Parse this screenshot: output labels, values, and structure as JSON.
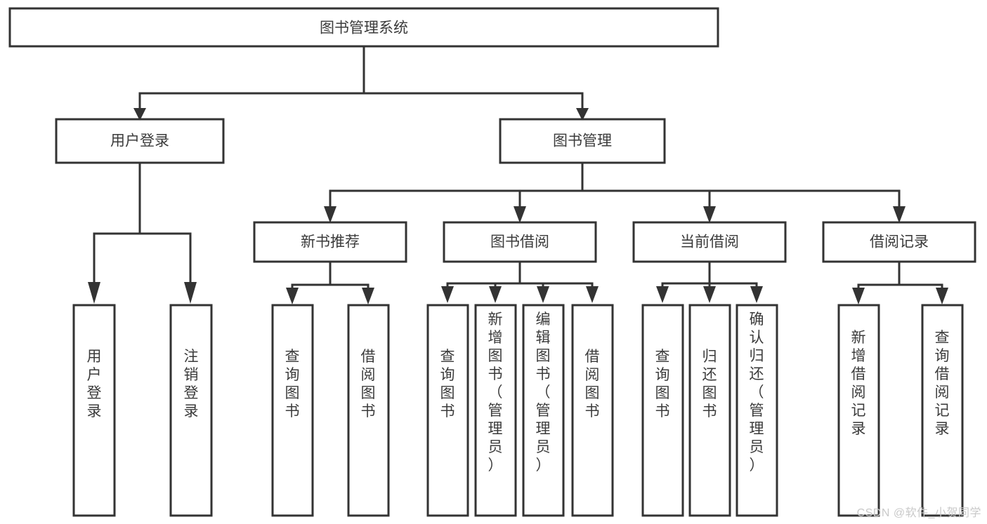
{
  "diagram": {
    "type": "tree",
    "title": "图书管理系统",
    "orientation": "top-down",
    "background_color": "#ffffff",
    "node_fill": "#ffffff",
    "node_stroke": "#333333",
    "text_color": "#3b3b3b",
    "root": {
      "id": "root",
      "label": "图书管理系统",
      "level": 0,
      "text_orientation": "horizontal"
    },
    "level2": [
      {
        "id": "user-login",
        "label": "用户登录",
        "level": 1,
        "text_orientation": "horizontal"
      },
      {
        "id": "book-management",
        "label": "图书管理",
        "level": 1,
        "text_orientation": "horizontal"
      }
    ],
    "level3": [
      {
        "id": "new-book-recommend",
        "label": "新书推荐",
        "level": 2,
        "parent": "book-management",
        "text_orientation": "horizontal"
      },
      {
        "id": "book-borrow",
        "label": "图书借阅",
        "level": 2,
        "parent": "book-management",
        "text_orientation": "horizontal"
      },
      {
        "id": "current-borrow",
        "label": "当前借阅",
        "level": 2,
        "parent": "book-management",
        "text_orientation": "horizontal"
      },
      {
        "id": "borrow-record",
        "label": "借阅记录",
        "level": 2,
        "parent": "book-management",
        "text_orientation": "horizontal"
      }
    ],
    "leaves": [
      {
        "id": "leaf-user-login",
        "label": "用户登录",
        "parent": "user-login",
        "text_orientation": "vertical"
      },
      {
        "id": "leaf-user-logout",
        "label": "注销登录",
        "parent": "user-login",
        "text_orientation": "vertical"
      },
      {
        "id": "leaf-recommend-query-book",
        "label": "查询图书",
        "parent": "new-book-recommend",
        "text_orientation": "vertical"
      },
      {
        "id": "leaf-recommend-borrow-book",
        "label": "借阅图书",
        "parent": "new-book-recommend",
        "text_orientation": "vertical"
      },
      {
        "id": "leaf-borrow-query-book",
        "label": "查询图书",
        "parent": "book-borrow",
        "text_orientation": "vertical"
      },
      {
        "id": "leaf-borrow-add-book",
        "label": "新增图书（管理员）",
        "parent": "book-borrow",
        "text_orientation": "vertical"
      },
      {
        "id": "leaf-borrow-edit-book",
        "label": "编辑图书（管理员）",
        "parent": "book-borrow",
        "text_orientation": "vertical"
      },
      {
        "id": "leaf-borrow-borrow-book",
        "label": "借阅图书",
        "parent": "book-borrow",
        "text_orientation": "vertical"
      },
      {
        "id": "leaf-current-query-book",
        "label": "查询图书",
        "parent": "current-borrow",
        "text_orientation": "vertical"
      },
      {
        "id": "leaf-current-return-book",
        "label": "归还图书",
        "parent": "current-borrow",
        "text_orientation": "vertical"
      },
      {
        "id": "leaf-current-confirm-return",
        "label": "确认归还（管理员）",
        "parent": "current-borrow",
        "text_orientation": "vertical"
      },
      {
        "id": "leaf-record-add",
        "label": "新增借阅记录",
        "parent": "borrow-record",
        "text_orientation": "vertical"
      },
      {
        "id": "leaf-record-query",
        "label": "查询借阅记录",
        "parent": "borrow-record",
        "text_orientation": "vertical"
      }
    ]
  },
  "watermark": {
    "text": "CSDN @软件_小贺同学",
    "color": "#c9c9c9"
  }
}
